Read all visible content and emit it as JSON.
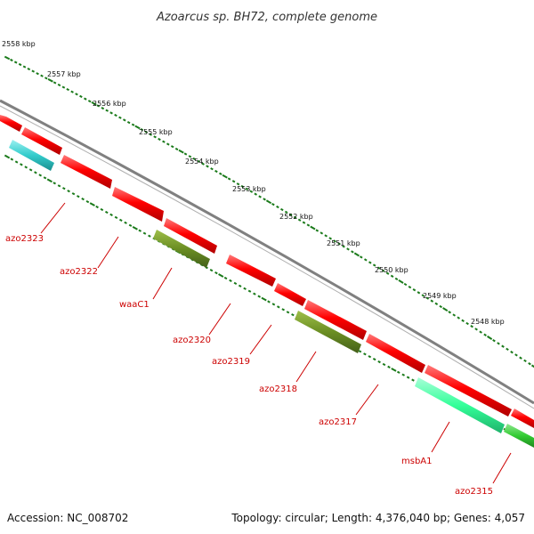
{
  "title": "Azoarcus sp. BH72, complete genome",
  "footer": {
    "accession": "Accession: NC_008702",
    "summary": "Topology: circular; Length: 4,376,040 bp; Genes: 4,057"
  },
  "colors": {
    "backbone": "#808080",
    "cds": "#ff0000",
    "rrna_like": "#6b8e23",
    "cyan_feature": "#33cccc",
    "teal_feature": "#33ff99",
    "green_feature": "#33cc33",
    "tick": "#1a7a1a",
    "label": "#cc0000"
  },
  "kbp_labels": [
    "2558 kbp",
    "2557 kbp",
    "2556 kbp",
    "2555 kbp",
    "2554 kbp",
    "2553 kbp",
    "2552 kbp",
    "2551 kbp",
    "2550 kbp",
    "2549 kbp",
    "2548 kbp"
  ],
  "gene_labels": [
    "azo2323",
    "azo2322",
    "waaC1",
    "azo2320",
    "azo2319",
    "azo2318",
    "azo2317",
    "msbA1",
    "azo2315"
  ]
}
